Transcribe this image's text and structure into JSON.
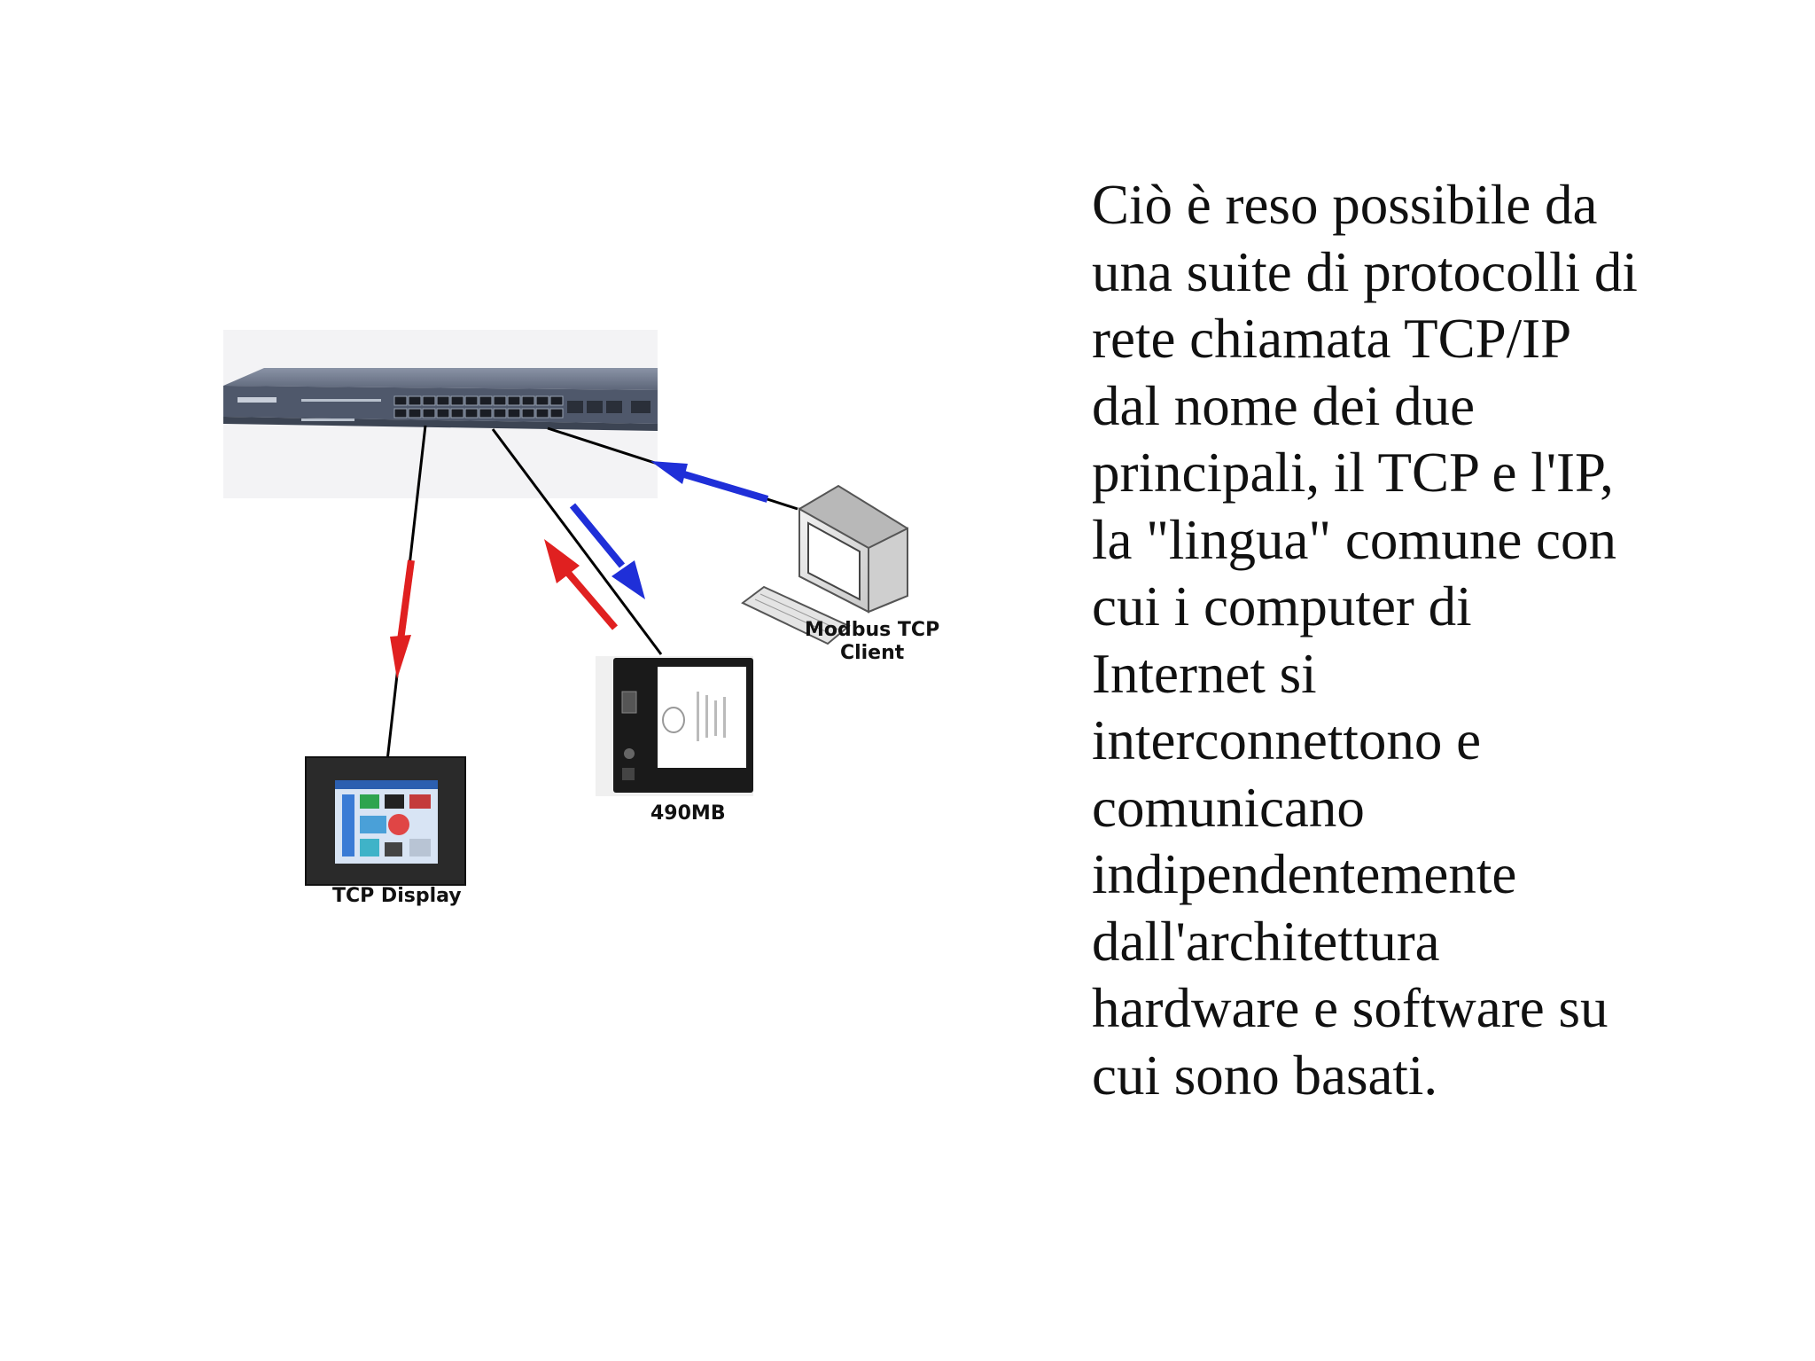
{
  "diagram": {
    "labels": {
      "tcp_display": "TCP Display",
      "device_490": "490MB",
      "client_line1": "Modbus TCP",
      "client_line2": "Client"
    },
    "colors": {
      "arrow_red": "#e02020",
      "arrow_blue": "#1f2fd8",
      "cable": "#000000",
      "switch": "#5a6478"
    }
  },
  "text": {
    "lines": [
      "Ciò è reso possibile da",
      "una suite di protocolli di",
      "rete chiamata TCP/IP",
      "dal nome dei due",
      "principali, il TCP e l'IP,",
      "la \"lingua\" comune con",
      "cui i computer di",
      "Internet si",
      "interconnettono e",
      "comunicano",
      "indipendentemente",
      "dall'architettura",
      "hardware e software su",
      "cui sono basati."
    ]
  }
}
